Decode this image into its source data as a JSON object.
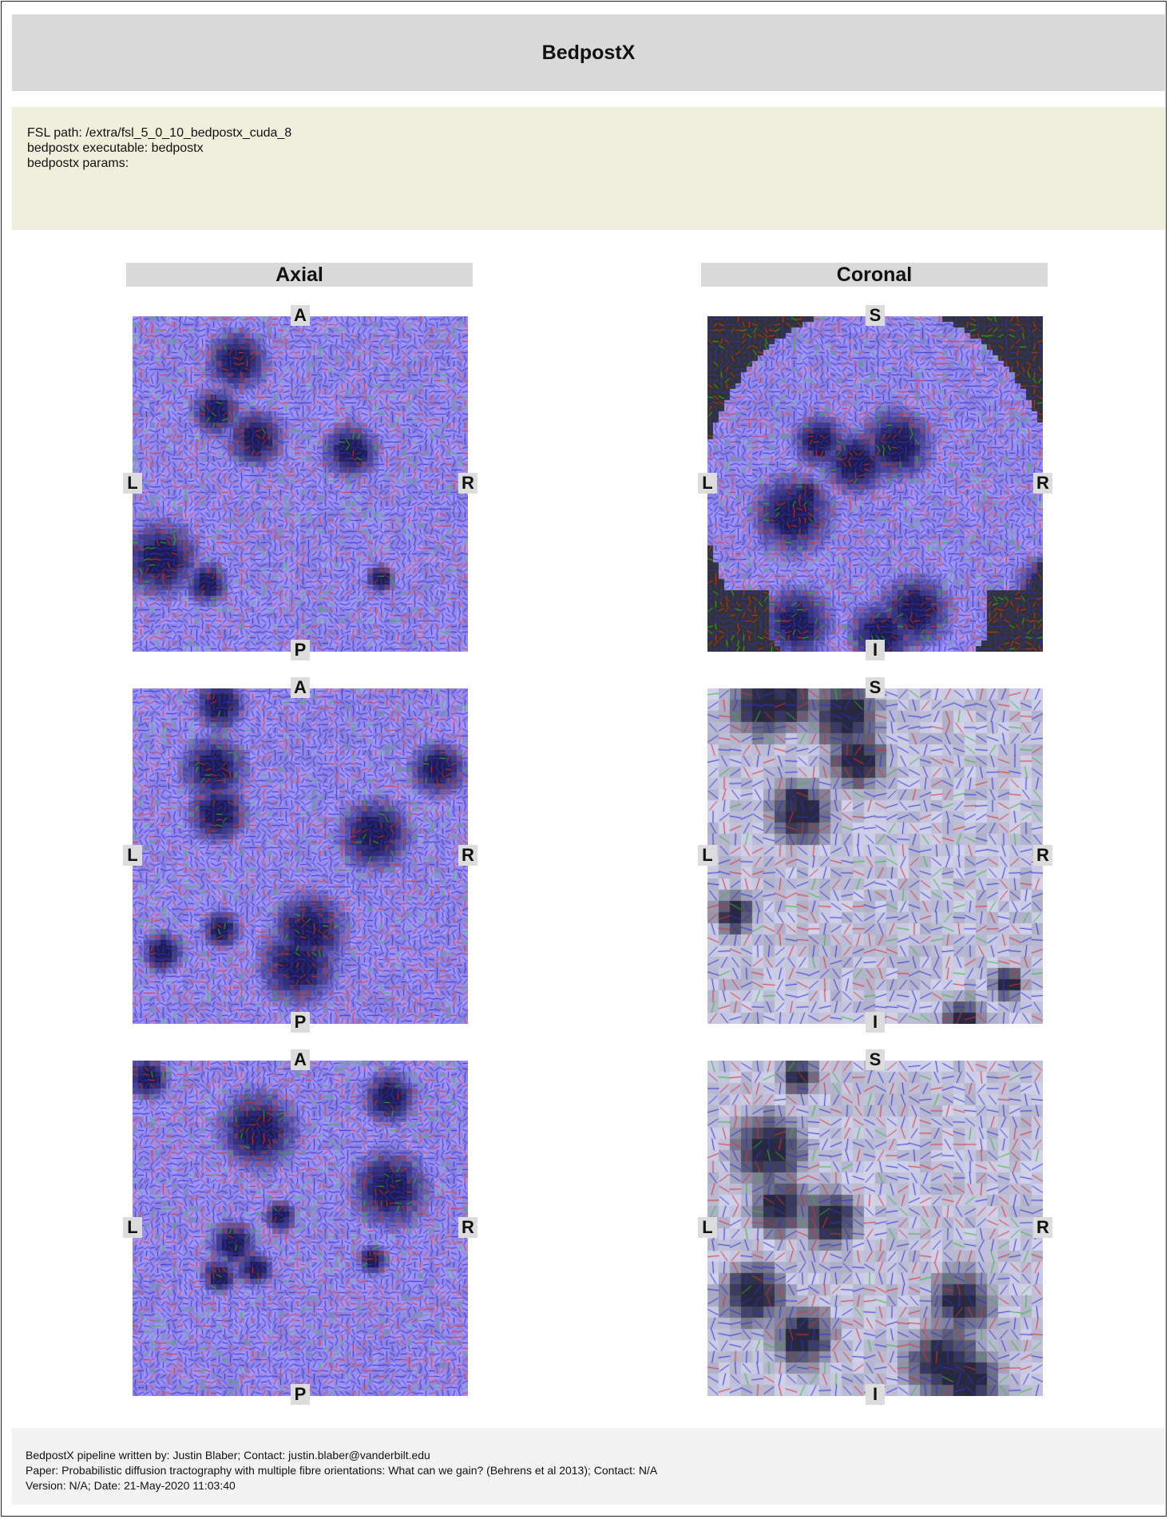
{
  "header": {
    "title": "BedpostX"
  },
  "info": {
    "lines": [
      "FSL path: /extra/fsl_5_0_10_bedpostx_cuda_8",
      "bedpostx executable: bedpostx",
      "bedpostx params:"
    ]
  },
  "columns": [
    {
      "label": "Axial",
      "orient": {
        "top": "A",
        "bottom": "P",
        "left": "L",
        "right": "R"
      }
    },
    {
      "label": "Coronal",
      "orient": {
        "top": "S",
        "bottom": "I",
        "left": "L",
        "right": "R"
      }
    }
  ],
  "colors": {
    "fibre1": "#3030e0",
    "fibre2": "#e03030",
    "fibre3": "#30c030",
    "background": "#333333"
  },
  "footer": {
    "lines": [
      "BedpostX pipeline written by: Justin Blaber; Contact: justin.blaber@vanderbilt.edu",
      "Paper: Probabilistic diffusion tractography with multiple fibre orientations: What can we gain? (Behrens et al 2013); Contact: N/A",
      "Version: N/A; Date: 21-May-2020 11:03:40"
    ]
  }
}
